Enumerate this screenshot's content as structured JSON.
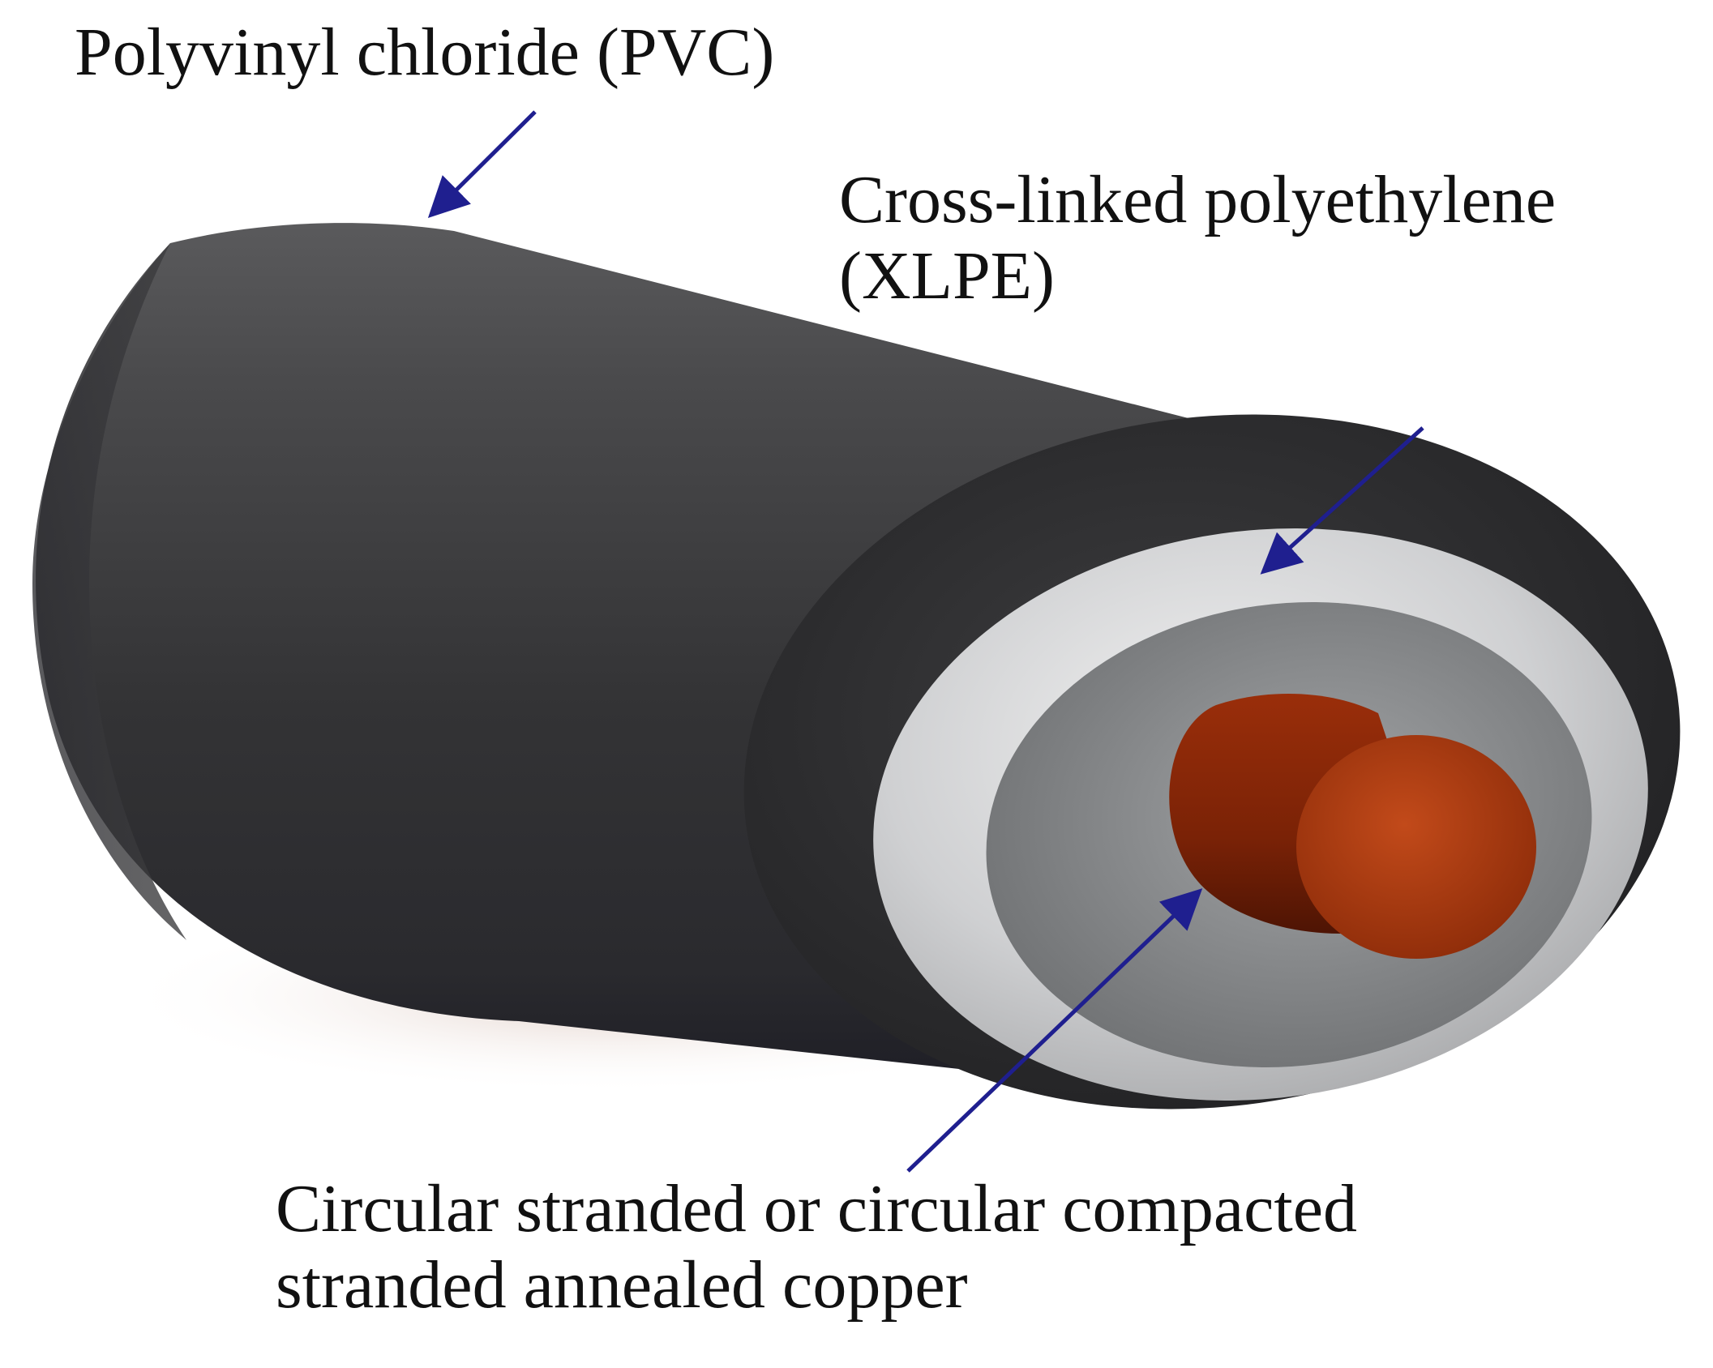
{
  "labels": {
    "pvc": "Polyvinyl chloride (PVC)",
    "xlpe_line1": "Cross-linked polyethylene",
    "xlpe_line2": "(XLPE)",
    "copper_line1": "Circular stranded or circular compacted",
    "copper_line2": "stranded annealed copper"
  },
  "colors": {
    "pvc_jacket": "#3a3a3c",
    "xlpe_insulation": "#cfd0d2",
    "xlpe_inner_face": "#8d8f91",
    "copper": "#a8360d",
    "arrow": "#1f1f8f",
    "text": "#111111"
  }
}
